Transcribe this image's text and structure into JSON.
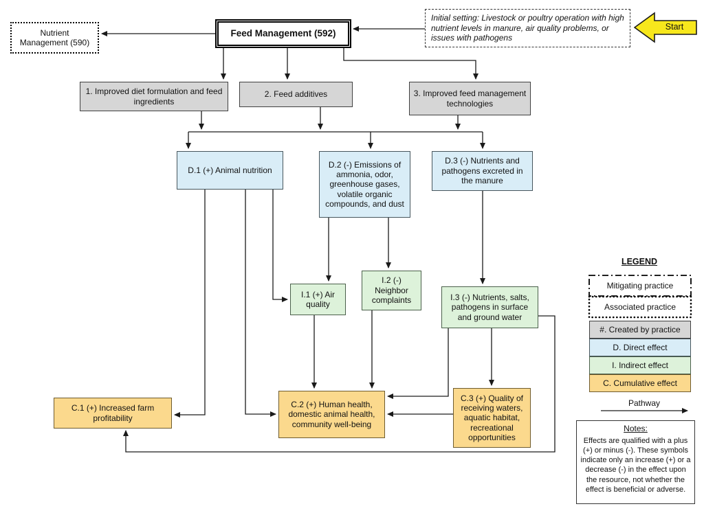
{
  "nodes": {
    "start": "Start",
    "initial_setting": "Initial setting: Livestock or poultry operation with high nutrient levels in manure, air quality problems, or issues with pathogens",
    "feed_management": "Feed Management (592)",
    "nutrient_management": "Nutrient Management (590)",
    "practice_1": "1. Improved diet formulation and feed ingredients",
    "practice_2": "2. Feed additives",
    "practice_3": "3. Improved feed management technologies",
    "direct_1": "D.1 (+) Animal nutrition",
    "direct_2": "D.2 (-) Emissions of ammonia, odor, greenhouse gases, volatile organic compounds, and dust",
    "direct_3": "D.3 (-) Nutrients and pathogens excreted in the manure",
    "indirect_1": "I.1 (+) Air quality",
    "indirect_2": "I.2 (-) Neighbor complaints",
    "indirect_3": "I.3 (-) Nutrients, salts, pathogens in surface and ground water",
    "cumulative_1": "C.1 (+) Increased farm profitability",
    "cumulative_2": "C.2 (+) Human health, domestic animal health, community well-being",
    "cumulative_3": "C.3 (+) Quality of receiving waters, aquatic habitat, recreational opportunities"
  },
  "legend": {
    "title": "LEGEND",
    "items": [
      {
        "label": "Mitigating practice",
        "style": "dash-dot-border"
      },
      {
        "label": "Associated practice",
        "style": "dotted-border"
      },
      {
        "label": "#.  Created by practice",
        "color": "#d6d6d6"
      },
      {
        "label": "D.  Direct effect",
        "color": "#d9edf7"
      },
      {
        "label": "I.  Indirect effect",
        "color": "#ddf2da"
      },
      {
        "label": "C.  Cumulative effect",
        "color": "#fbd98d"
      }
    ],
    "pathway_label": "Pathway"
  },
  "notes": {
    "title": "Notes:",
    "body": "Effects are qualified with a plus (+) or minus (-). These symbols indicate only an increase (+) or a decrease (-) in the effect upon the resource, not whether the effect is beneficial or adverse."
  },
  "colors": {
    "created_by_practice": "#d6d6d6",
    "direct_effect": "#d9edf7",
    "indirect_effect": "#ddf2da",
    "cumulative_effect": "#fbd98d",
    "start_arrow": "#f7e71c"
  }
}
